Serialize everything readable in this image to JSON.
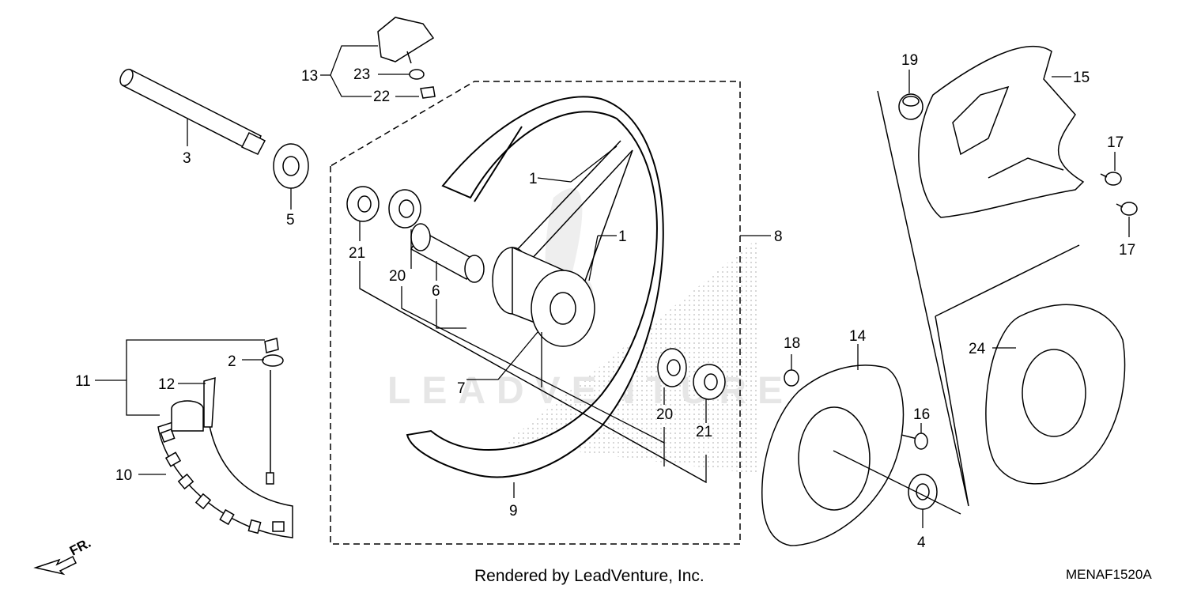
{
  "diagram": {
    "callouts": {
      "c1a": "1",
      "c1b": "1",
      "c2": "2",
      "c3": "3",
      "c4": "4",
      "c5": "5",
      "c6": "6",
      "c7": "7",
      "c8": "8",
      "c9": "9",
      "c10": "10",
      "c11": "11",
      "c12": "12",
      "c13": "13",
      "c14": "14",
      "c15": "15",
      "c16": "16",
      "c17a": "17",
      "c17b": "17",
      "c18": "18",
      "c19": "19",
      "c20a": "20",
      "c20b": "20",
      "c21a": "21",
      "c21b": "21",
      "c22": "22",
      "c23": "23",
      "c24": "24"
    },
    "direction_label": "FR.",
    "watermark": "LEADVENTURE"
  },
  "footer": {
    "credit": "Rendered by LeadVenture, Inc.",
    "code": "MENAF1520A"
  },
  "colors": {
    "ink": "#000000",
    "watermark": "#e6e6e6",
    "stipple": "#bdbdbd"
  }
}
